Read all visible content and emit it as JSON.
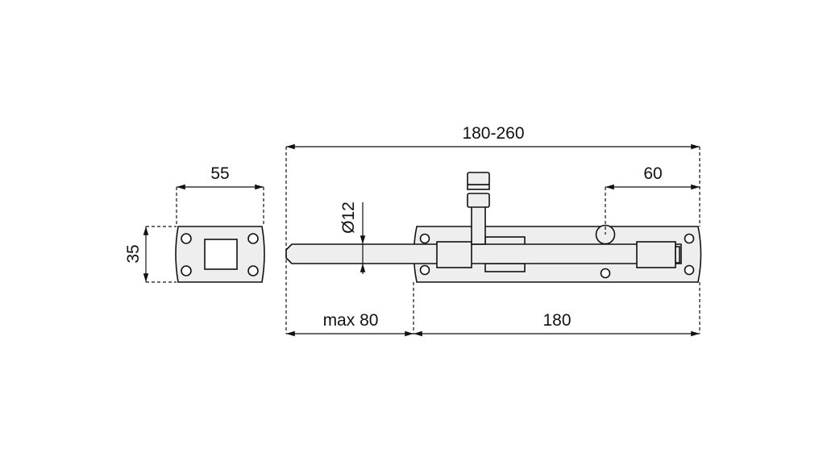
{
  "dimensions": {
    "strike_width": "55",
    "strike_height": "35",
    "total_length": "180-260",
    "knob_offset": "60",
    "rod_diameter": "Ø12",
    "throw": "max 80",
    "plate_length": "180"
  }
}
